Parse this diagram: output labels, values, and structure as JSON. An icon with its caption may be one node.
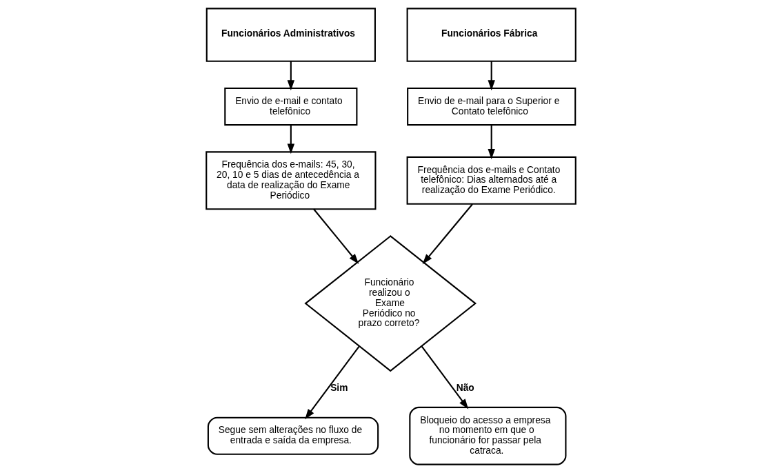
{
  "diagram": {
    "nodes": [
      {
        "text": [
          "Funcionários Administrativos"
        ]
      },
      {
        "text": [
          "Funcionários Fábrica"
        ]
      },
      {
        "text": [
          "Envio de e-mail e contato telefônico"
        ]
      },
      {
        "text": [
          "Envio de e-mail para o Superior e Contato telefônico"
        ]
      },
      {
        "text": [
          "Frequência dos e-mails: 45, 30, 20, 10 e 5 dias de antecedência a data de realização do Exame Periódico"
        ]
      },
      {
        "text": [
          "Frequência dos e-mails e Contato telefônico: Dias alternados até a realização do Exame Periódico."
        ]
      },
      {
        "text": [
          "Funcionário realizou o Exame Periódico no prazo correto?"
        ]
      },
      {
        "text": [
          "Segue sem alterações no fluxo de entrada e saída da empresa."
        ]
      },
      {
        "text": [
          "Bloqueio do acesso a empresa no momento em que o funcionário for passar pela catraca."
        ]
      }
    ],
    "edges": [
      {
        "from": 0,
        "to": 2,
        "arrow": "to"
      },
      {
        "from": 2,
        "to": 4,
        "arrow": "to"
      },
      {
        "from": 1,
        "to": 3,
        "arrow": "to"
      },
      {
        "from": 3,
        "to": 5,
        "arrow": "to"
      },
      {
        "from": 4,
        "to": 6,
        "arrow": "to"
      },
      {
        "from": 5,
        "to": 6,
        "arrow": "to"
      },
      {
        "from": 6,
        "to": 7,
        "label": "Sim",
        "arrow": "to"
      },
      {
        "from": 6,
        "to": 8,
        "label": "Não",
        "arrow": "to"
      }
    ]
  }
}
